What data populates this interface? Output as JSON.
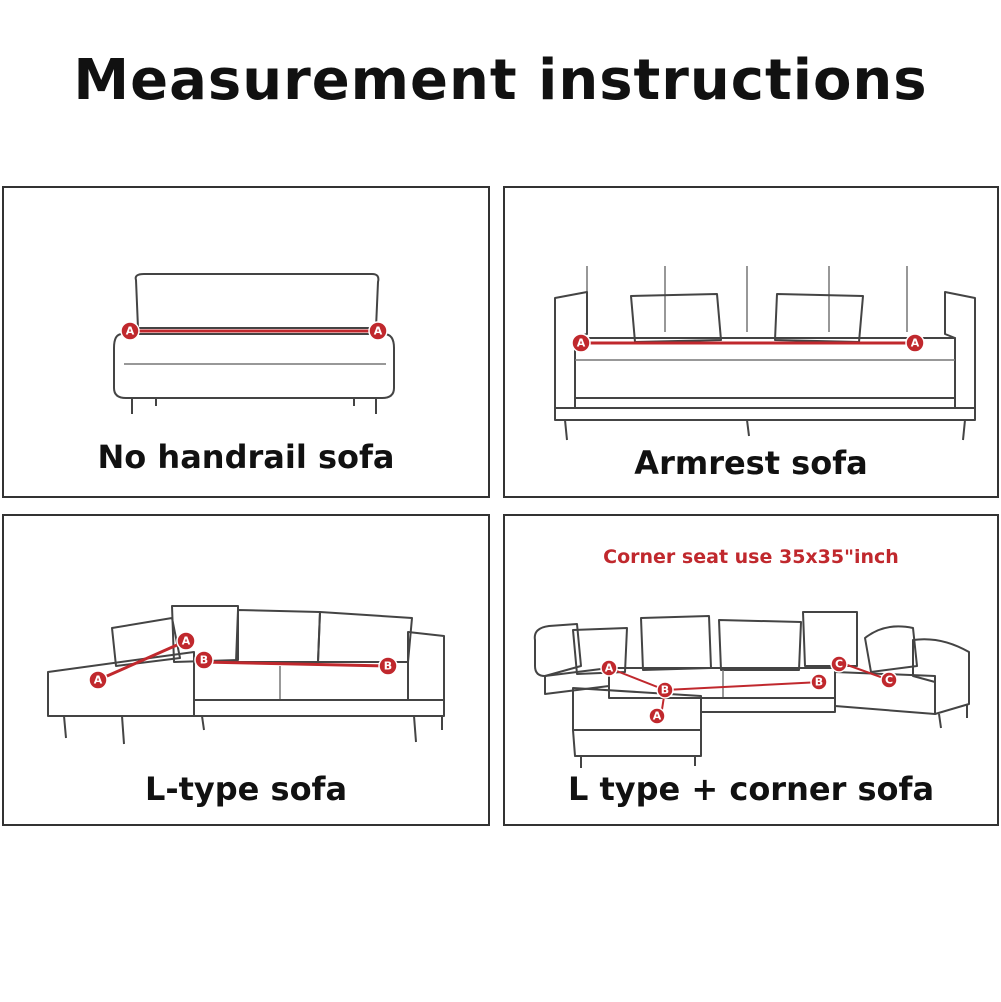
{
  "title": "Measurement instructions",
  "colors": {
    "measure_line": "#c0282d",
    "outline": "#333333",
    "note_text": "#c0282d"
  },
  "panels": {
    "no_handrail": {
      "caption": "No handrail sofa",
      "markers": [
        "A",
        "A"
      ]
    },
    "armrest": {
      "caption": "Armrest sofa",
      "markers": [
        "A",
        "A"
      ]
    },
    "l_type": {
      "caption": "L-type sofa",
      "markers": [
        "A",
        "A",
        "B",
        "B"
      ]
    },
    "l_corner": {
      "caption": "L type + corner sofa",
      "note": "Corner seat use 35x35\"inch",
      "markers": [
        "A",
        "A",
        "B",
        "B",
        "C",
        "C"
      ]
    }
  }
}
